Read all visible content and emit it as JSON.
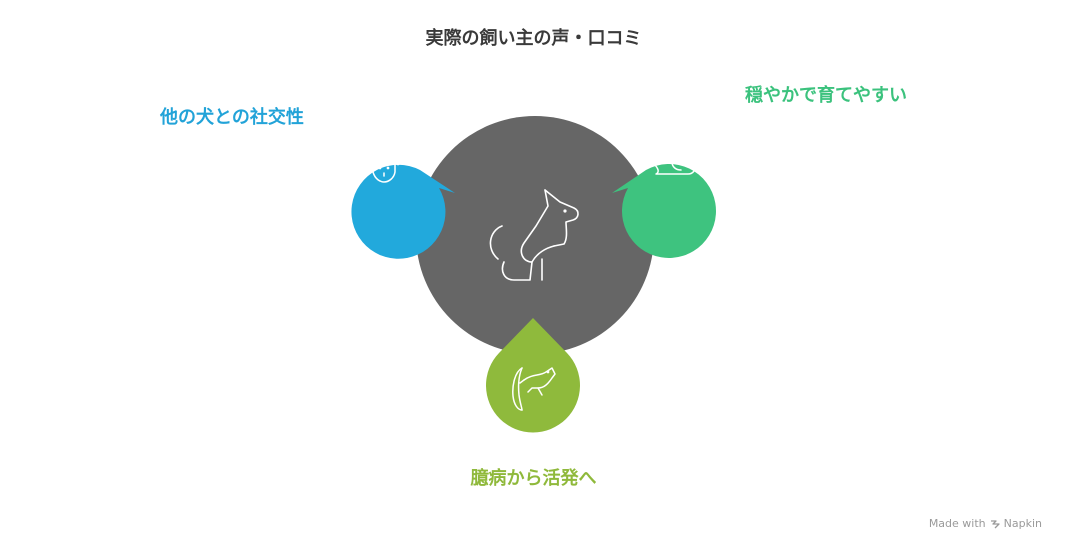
{
  "title": "実際の飼い主の声・口コミ",
  "segments": {
    "left": {
      "label": "他の犬との社交性",
      "color": "#22a9dc",
      "icon": "dog-heart-icon"
    },
    "right": {
      "label": "穏やかで育てやすい",
      "color": "#3ec37f",
      "icon": "resting-dog-icon"
    },
    "bottom": {
      "label": "臆病から活発へ",
      "color": "#8fba3c",
      "icon": "jumping-dog-icon"
    }
  },
  "center": {
    "color": "#666666",
    "icon": "sitting-dog-icon"
  },
  "footer": {
    "made_with": "Made with",
    "brand": "Napkin",
    "icon": "napkin-logo-icon"
  }
}
